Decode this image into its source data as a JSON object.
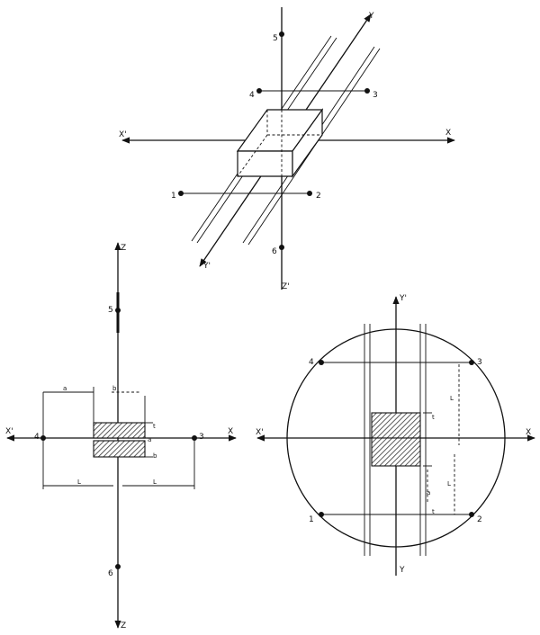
{
  "iso": {
    "axis_y": "Y",
    "axis_x_neg": "X'",
    "axis_x": "X",
    "axis_z_neg": "Z'",
    "axis_y_neg": "Y'",
    "p1": "1",
    "p2": "2",
    "p3": "3",
    "p4": "4",
    "p5": "5",
    "p6": "6"
  },
  "front": {
    "axis_z": "Z",
    "axis_z_neg": "Z",
    "axis_x_neg": "X'",
    "axis_x": "X",
    "p3": "3",
    "p4": "4",
    "p5": "5",
    "p6": "6",
    "dim_a": "a",
    "dim_b": "b",
    "dim_L1": "L",
    "dim_L2": "L",
    "mark_top": "t",
    "mark_mid": "a",
    "mark_bot": "b"
  },
  "plan": {
    "axis_y": "Y'",
    "axis_y_neg": "Y",
    "axis_x_neg": "X'",
    "axis_x": "X",
    "p1": "1",
    "p2": "2",
    "p3": "3",
    "p4": "4",
    "dim_L1": "L",
    "dim_L2": "L",
    "dim_a": "a",
    "mark_t": "t",
    "mark_b": "t"
  }
}
